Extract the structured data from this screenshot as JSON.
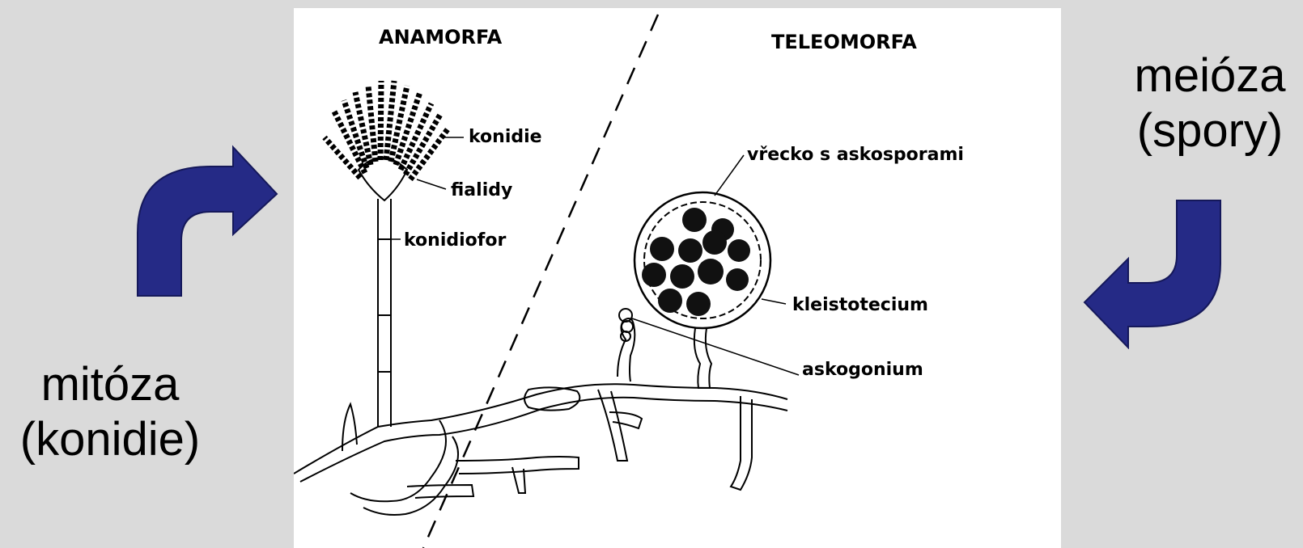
{
  "left_label": {
    "line1": "mitóza",
    "line2": "(konidie)"
  },
  "right_label": {
    "line1": "meióza",
    "line2": "(spory)"
  },
  "diagram": {
    "heading_left": "ANAMORFA",
    "heading_right": "TELEOMORFA",
    "labels": {
      "konidie": "konidie",
      "fialidy": "fialidy",
      "konidiofor": "konidiofor",
      "vrecko": "vřecko s askosporami",
      "kleistotecium": "kleistotecium",
      "askogonium": "askogonium"
    }
  },
  "colors": {
    "arrow": "#252a86",
    "background": "#dadada",
    "panel": "#ffffff"
  }
}
